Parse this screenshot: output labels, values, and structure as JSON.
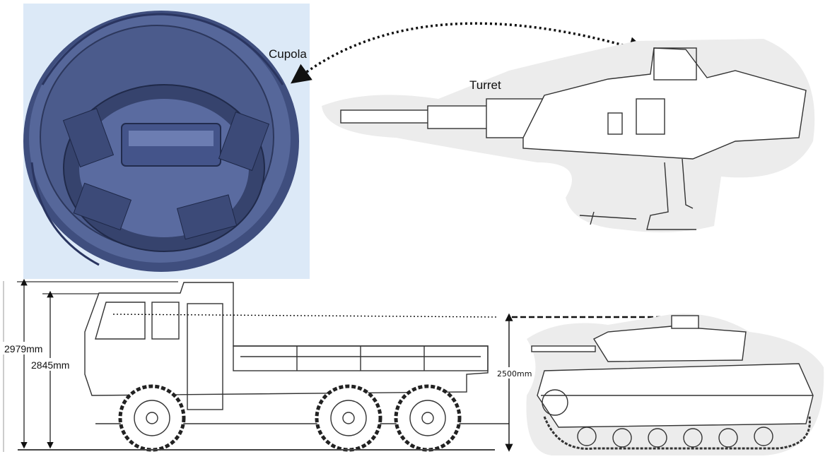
{
  "labels": {
    "cupola": "Cupola",
    "turret": "Turret",
    "truck_height_total": "2979mm",
    "truck_height_cab": "2845mm",
    "tank_height": "2500mm"
  },
  "colors": {
    "cupola_background": "#dce9f7",
    "cupola_body": "#4d5d8f",
    "sketch_background": "#ececec"
  }
}
